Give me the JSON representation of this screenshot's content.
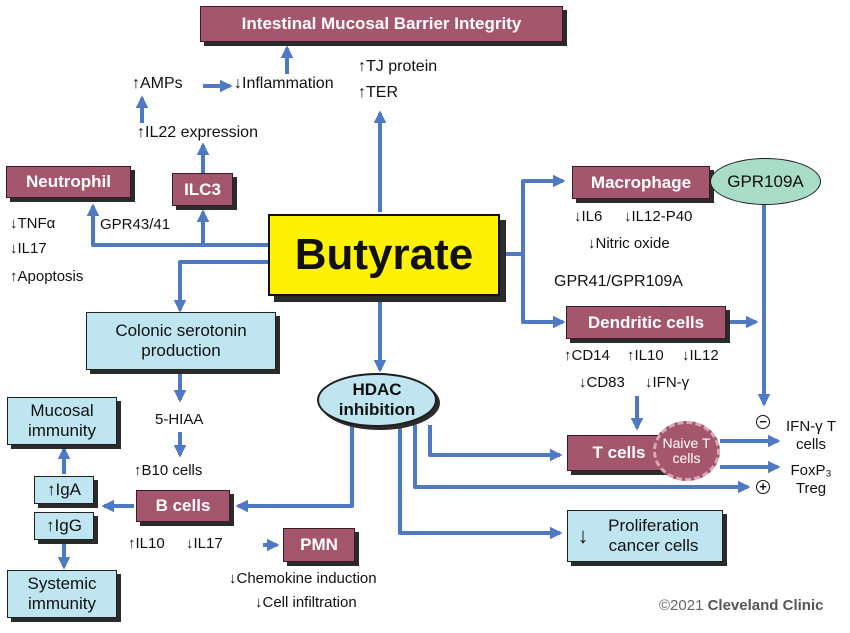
{
  "nodes": {
    "barrier": "Intestinal Mucosal Barrier Integrity",
    "butyrate": "Butyrate",
    "neutrophil": "Neutrophil",
    "ilc3": "ILC3",
    "macrophage": "Macrophage",
    "gpr109a": "GPR109A",
    "dendritic": "Dendritic cells",
    "serotonin": "Colonic serotonin production",
    "hdac": "HDAC inhibition",
    "tcells": "T cells",
    "naive": "Naive T cells",
    "mucosal": "Mucosal immunity",
    "iga": "IgA",
    "igg": "IgG",
    "systemic": "Systemic immunity",
    "bcells": "B cells",
    "pmn": "PMN",
    "proliferation": "Proliferation cancer cells"
  },
  "labels": {
    "amps": "AMPs",
    "inflammation": "Inflammation",
    "tj": "TJ protein",
    "ter": "TER",
    "il22": "IL22 expression",
    "gpr4341": "GPR43/41",
    "tnf": "TNFα",
    "il17": "IL17",
    "apoptosis": "Apoptosis",
    "il6": "IL6",
    "il12p40": "IL12-P40",
    "no": "Nitric oxide",
    "gpr41_109a": "GPR41/GPR109A",
    "cd14": "CD14",
    "il10": "IL10",
    "il12": "IL12",
    "cd83": "CD83",
    "ifng": "IFN-γ",
    "hiaa": "5-HIAA",
    "b10": "B10 cells",
    "b_il10": "IL10",
    "b_il17": "IL17",
    "chemokine": "Chemokine induction",
    "infiltration": "Cell infiltration",
    "ifng_tcells": "IFN-γ T cells",
    "foxp3_treg": "FoxP₃ Treg",
    "minus": "−",
    "plus": "+"
  },
  "footer": {
    "year": "©2021",
    "brand": "Cleveland Clinic"
  },
  "colors": {
    "arrow": "#4f79c2",
    "plum": "#a5566f",
    "cyan": "#bfe5f1",
    "yellow": "#fff200",
    "teal": "#a9dcc8"
  }
}
